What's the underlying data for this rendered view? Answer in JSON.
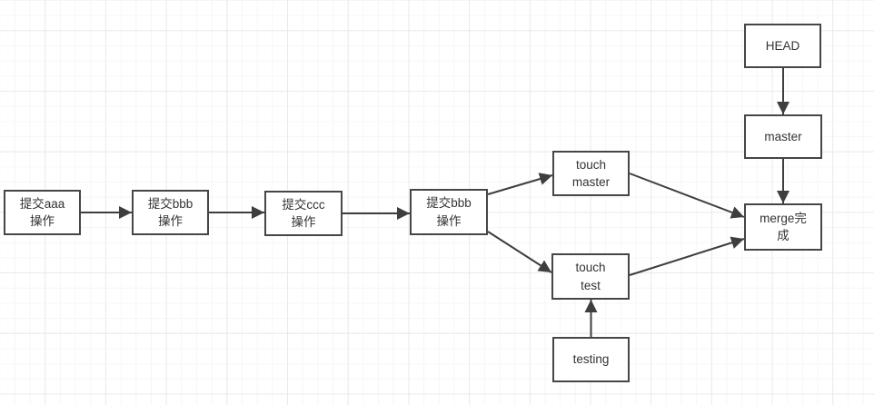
{
  "canvas": {
    "background_color": "#ffffff",
    "grid_minor_color": "#f6f6f6",
    "grid_major_color": "#eaeaea"
  },
  "diagram": {
    "type": "flowchart",
    "style": {
      "node_fill": "#ffffff",
      "node_border_color": "#464646",
      "text_color": "#333333",
      "arrow_color": "#3e3e3e"
    },
    "nodes": [
      {
        "id": "commit-aaa",
        "label": "提交aaa\n操作"
      },
      {
        "id": "commit-bbb-1",
        "label": "提交bbb\n操作"
      },
      {
        "id": "commit-ccc",
        "label": "提交ccc\n操作"
      },
      {
        "id": "commit-bbb-2",
        "label": "提交bbb\n操作"
      },
      {
        "id": "touch-master",
        "label": "touch\nmaster"
      },
      {
        "id": "touch-test",
        "label": "touch\ntest"
      },
      {
        "id": "testing",
        "label": "testing"
      },
      {
        "id": "head",
        "label": "HEAD"
      },
      {
        "id": "master",
        "label": "master"
      },
      {
        "id": "merge-done",
        "label": "merge完\n成"
      }
    ],
    "edges": [
      {
        "from": "commit-aaa",
        "to": "commit-bbb-1"
      },
      {
        "from": "commit-bbb-1",
        "to": "commit-ccc"
      },
      {
        "from": "commit-ccc",
        "to": "commit-bbb-2"
      },
      {
        "from": "commit-bbb-2",
        "to": "touch-master"
      },
      {
        "from": "commit-bbb-2",
        "to": "touch-test"
      },
      {
        "from": "touch-master",
        "to": "merge-done"
      },
      {
        "from": "touch-test",
        "to": "merge-done"
      },
      {
        "from": "head",
        "to": "master"
      },
      {
        "from": "master",
        "to": "merge-done"
      },
      {
        "from": "testing",
        "to": "touch-test"
      }
    ]
  }
}
